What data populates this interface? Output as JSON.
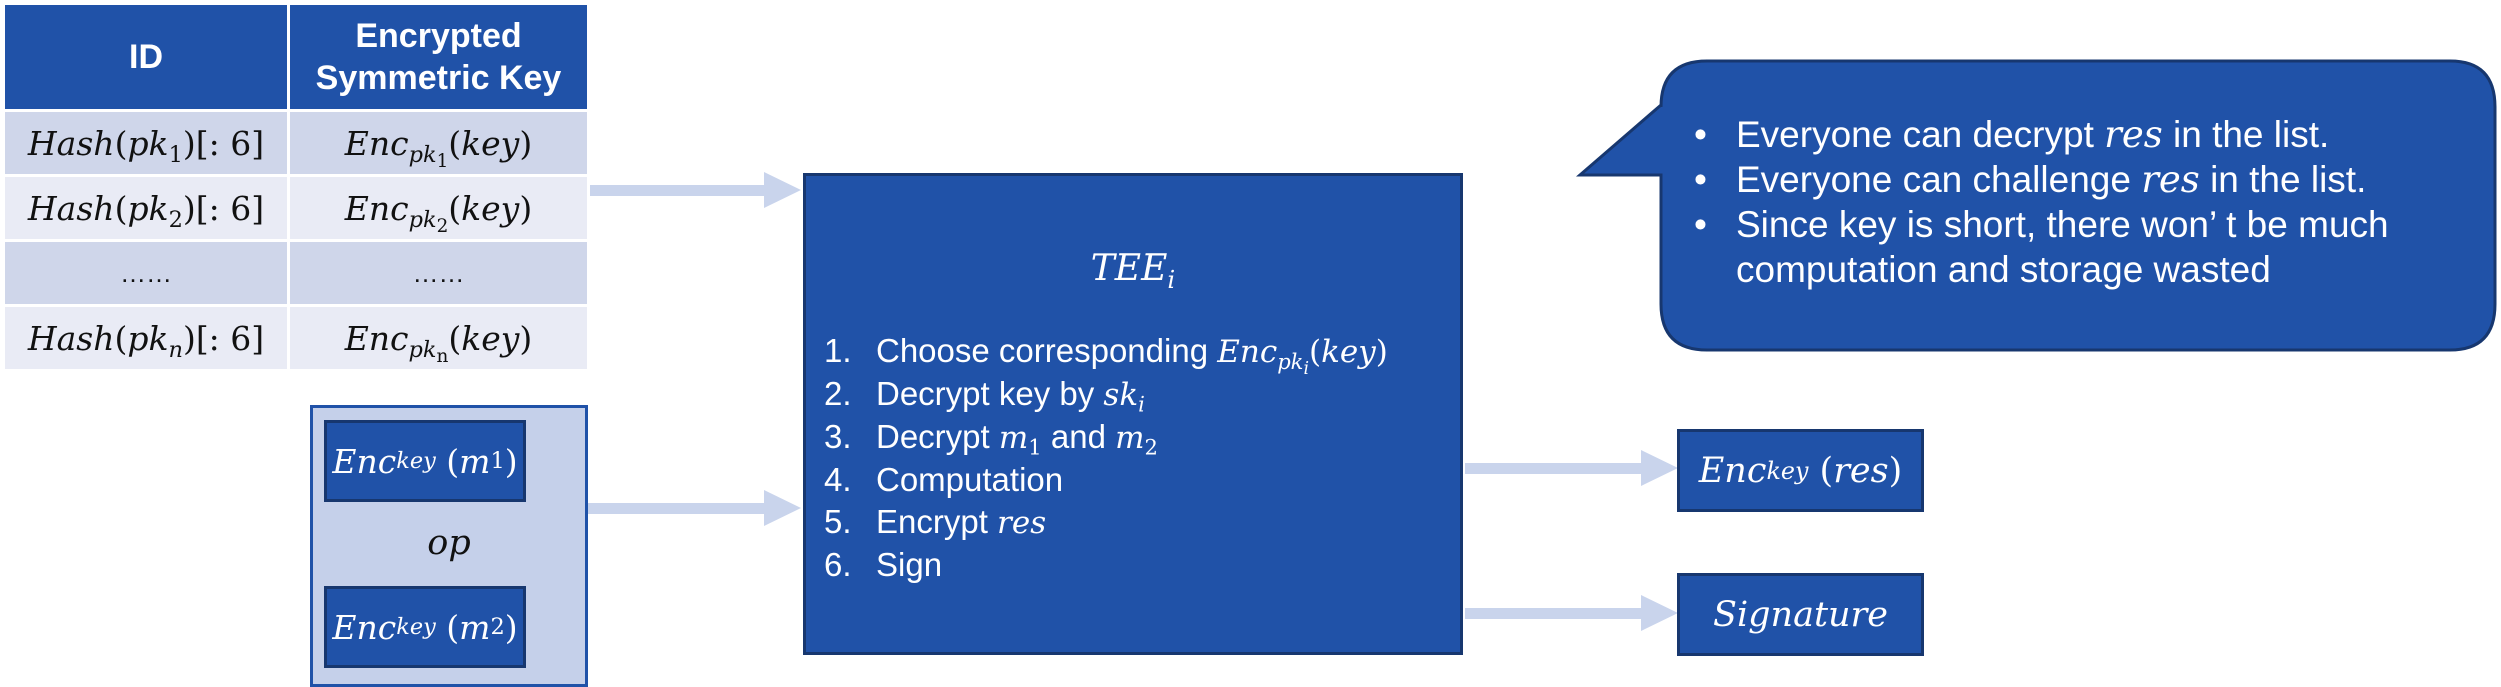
{
  "table": {
    "header": {
      "id": "ID",
      "key": "Encrypted Symmetric Key"
    },
    "rows": [
      {
        "style": "dark",
        "id": {
          "fn": "Hash",
          "var": "pk",
          "sub": "1",
          "slice": "[: 6]"
        },
        "key": {
          "fn": "Enc",
          "var": "pk",
          "sub": "1",
          "arg": "key"
        }
      },
      {
        "style": "light",
        "id": {
          "fn": "Hash",
          "var": "pk",
          "sub": "2",
          "slice": "[: 6]"
        },
        "key": {
          "fn": "Enc",
          "var": "pk",
          "sub": "2",
          "arg": "key"
        }
      },
      {
        "style": "dark",
        "dots": "……"
      },
      {
        "style": "light",
        "id": {
          "fn": "Hash",
          "var": "pk",
          "sub": "n",
          "slice": "[: 6]"
        },
        "key": {
          "fn": "Enc",
          "var": "pk",
          "sub": "n",
          "arg": "key"
        }
      }
    ]
  },
  "ciphertexts": {
    "first": {
      "fn": "Enc",
      "sub": "key",
      "msg": "m",
      "idx": "1"
    },
    "op": "op",
    "second": {
      "fn": "Enc",
      "sub": "key",
      "msg": "m",
      "idx": "2"
    }
  },
  "tee": {
    "title": {
      "name": "TEE",
      "sub": "i"
    },
    "steps": [
      {
        "num": "1.",
        "text": "Choose corresponding ",
        "fn": "Enc",
        "var": "pk",
        "sub": "i",
        "arg": "key"
      },
      {
        "num": "2.",
        "text": "Decrypt key by ",
        "var": "sk",
        "sub": "i"
      },
      {
        "num": "3.",
        "pre": "Decrypt ",
        "m1": "m",
        "m1sub": "1",
        "mid": " and ",
        "m2": "m",
        "m2sub": "2"
      },
      {
        "num": "4.",
        "text": "Computation"
      },
      {
        "num": "5.",
        "text": "Encrypt ",
        "var": "res"
      },
      {
        "num": "6.",
        "text": "Sign"
      }
    ]
  },
  "callout": {
    "items": [
      {
        "pre": "Everyone can decrypt ",
        "var": "res",
        "post": " in the list."
      },
      {
        "pre": "Everyone can challenge ",
        "var": "res",
        "post": " in the list."
      },
      {
        "pre": "Since key is short, there won’ t be much computation and storage wasted"
      }
    ],
    "colors": {
      "fill": "#2052A8",
      "stroke": "#17376F"
    }
  },
  "outputs": {
    "result": {
      "fn": "Enc",
      "sub": "key",
      "arg": "res"
    },
    "signature": "Signature"
  },
  "colors": {
    "primary": "#2052A8",
    "border": "#17376F",
    "arrow": "#C9D4EC",
    "row_dark": "#CFD6EA",
    "row_light": "#E9EBF5",
    "group_fill": "#C5D0EA"
  }
}
